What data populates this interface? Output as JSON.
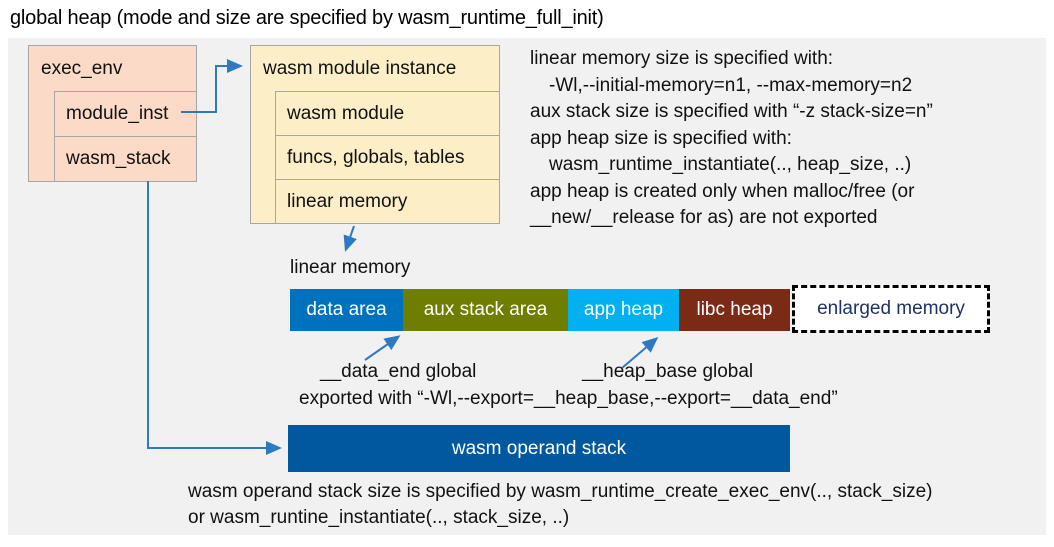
{
  "title": "global heap (mode and size are specified by wasm_runtime_full_init)",
  "exec_env": {
    "header": "exec_env",
    "rows": [
      "module_inst",
      "wasm_stack"
    ]
  },
  "module_instance": {
    "header": "wasm module instance",
    "rows": [
      "wasm module",
      "funcs, globals, tables",
      "linear memory"
    ]
  },
  "notes_top_right": {
    "lines": [
      "linear memory size is specified with:",
      "-Wl,--initial-memory=n1, --max-memory=n2",
      "aux stack size is specified with “-z stack-size=n”",
      "app heap size is specified with:",
      "wasm_runtime_instantiate(.., heap_size, ..)",
      "app heap is created only when malloc/free (or",
      "__new/__release for as) are not exported"
    ]
  },
  "linear_memory": {
    "label": "linear memory",
    "segments": [
      {
        "label": "data area",
        "color": "#0071BC"
      },
      {
        "label": "aux stack area",
        "color": "#6F7D00"
      },
      {
        "label": "app heap",
        "color": "#00B0F0"
      },
      {
        "label": "libc heap",
        "color": "#7A2A15"
      }
    ],
    "enlarged": {
      "label": "enlarged memory",
      "text_color": "#1E3264"
    }
  },
  "annotations": {
    "data_end": "__data_end global",
    "heap_base": "__heap_base global",
    "exported": "exported with “-Wl,--export=__heap_base,--export=__data_end”"
  },
  "operand_stack": {
    "label": "wasm operand stack",
    "color": "#00589E"
  },
  "notes_bottom": {
    "lines": [
      "wasm operand stack size is specified by wasm_runtime_create_exec_env(.., stack_size)",
      "or wasm_runtine_instantiate(.., stack_size, ..)"
    ]
  },
  "colors": {
    "panel_bg": "#F1F1F1",
    "struct_border": "#A6A6A6",
    "exec_env_fill": "#FBDAC8",
    "module_instance_fill": "#FCEFC8",
    "connector_blue": "#2E79C1",
    "enlarged_text": "#1E3264"
  }
}
